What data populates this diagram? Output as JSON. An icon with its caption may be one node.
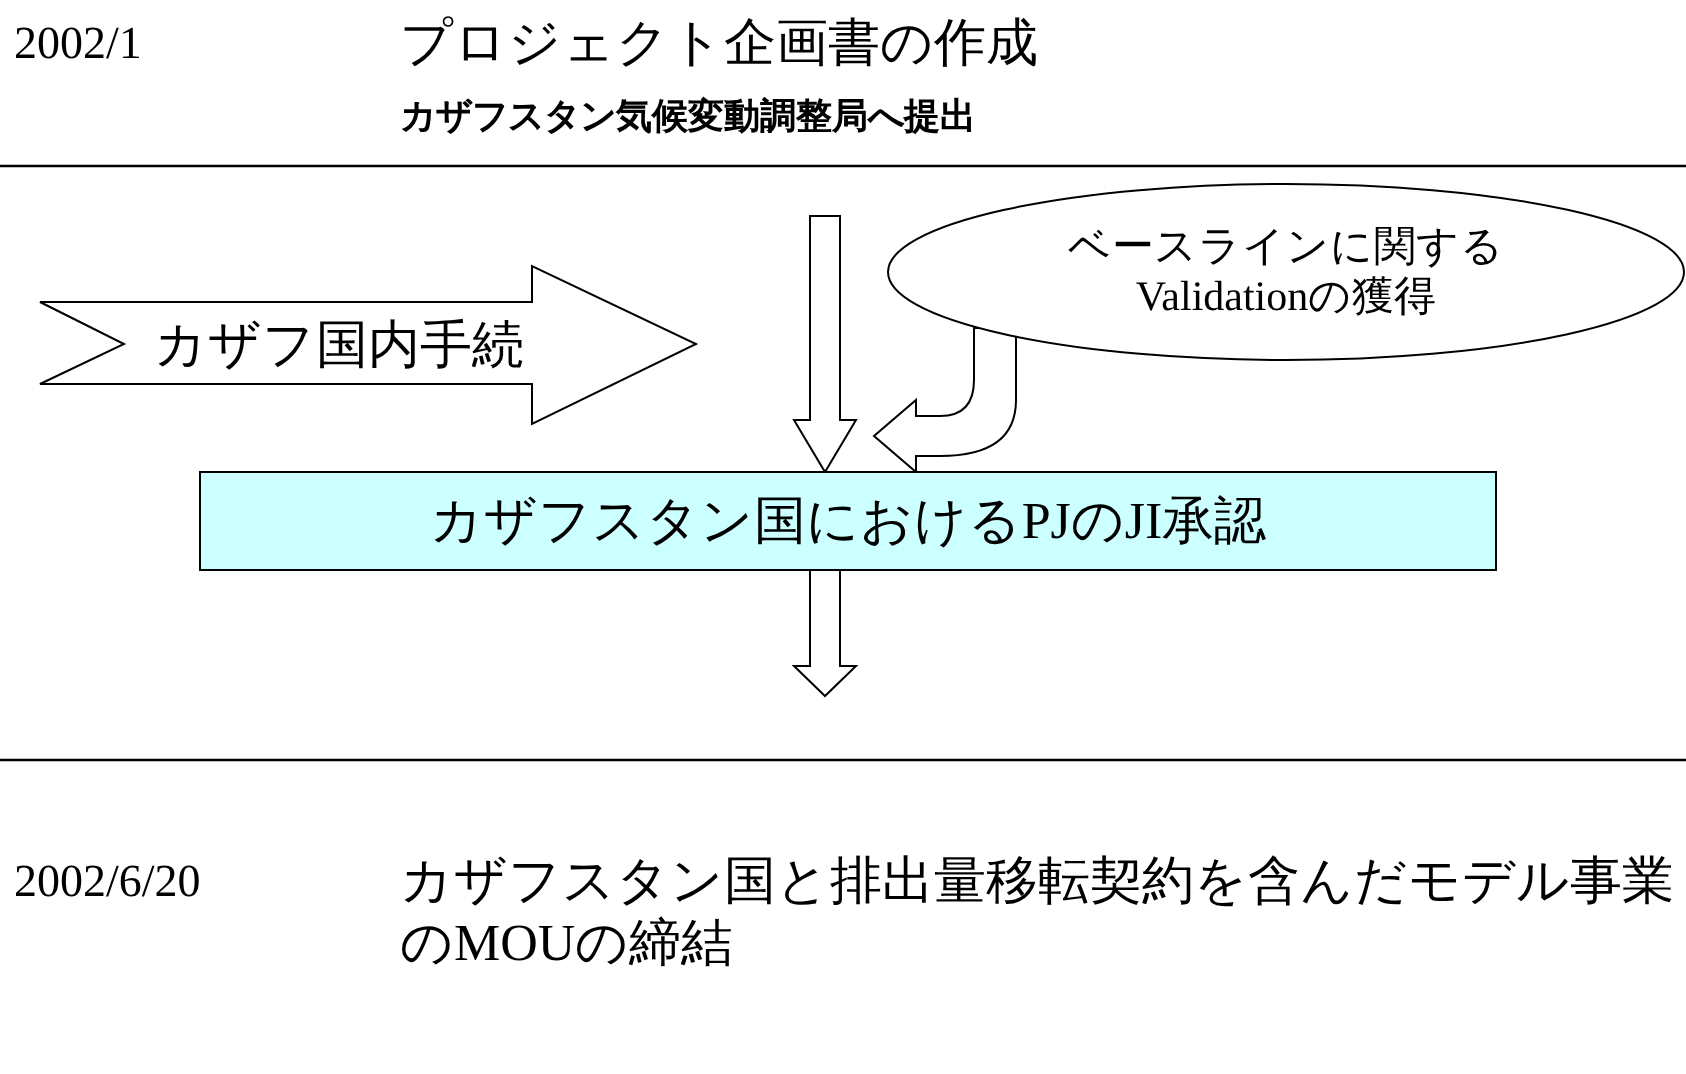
{
  "diagram": {
    "nodes": [
      {
        "text": [
          "カザフ国内手続"
        ]
      },
      {
        "text": [
          "ベースラインに関する Validationの獲得"
        ]
      },
      {
        "text": [
          "カザフスタン国におけるPJのJI承認"
        ]
      }
    ],
    "edges": [
      {
        "from": null,
        "to": 2,
        "arrow": "to"
      },
      {
        "from": 1,
        "to": 2,
        "arrow": "to"
      },
      {
        "from": 2,
        "to": null,
        "arrow": "to"
      }
    ],
    "labels": [
      "2002/1",
      "プロジェクト企画書の作成",
      "カザフスタン気候変動調整局へ提出",
      "2002/6/20",
      "カザフスタン国と排出量移転契約を含んだモデル事業のMOUの締結"
    ]
  }
}
